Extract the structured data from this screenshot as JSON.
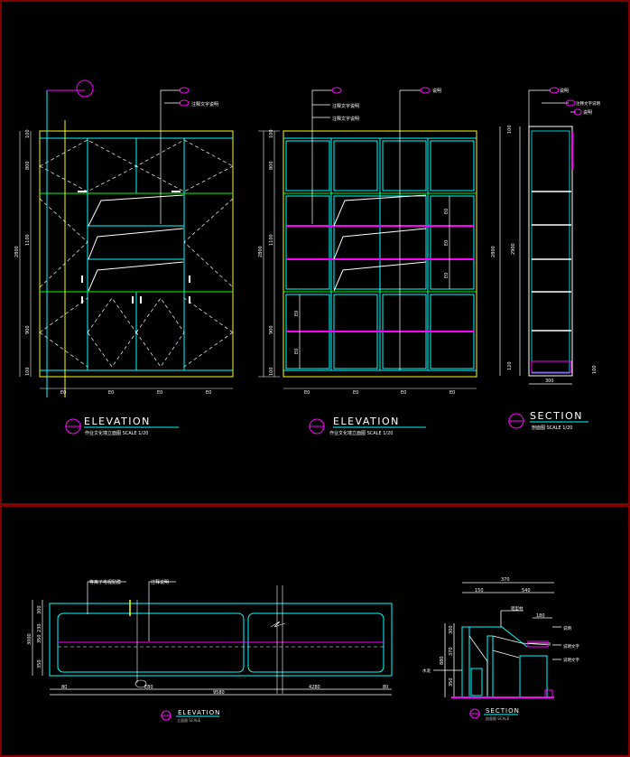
{
  "colors": {
    "background": "#000000",
    "frame": "#ff0000",
    "yellow": "#ffff00",
    "cyan": "#00ffff",
    "green": "#00ff00",
    "magenta": "#ff00ff",
    "white": "#ffffff",
    "gray": "#bfbfbf"
  },
  "views": {
    "elev1": {
      "title": "ELEVATION",
      "subtitle": "作业文化墙立面图   SCALE 1/20",
      "dims_vertical": [
        "100",
        "800",
        "1100",
        "900",
        "100"
      ],
      "dim_total": "2800",
      "dims_horizontal": [
        "E0",
        "E0",
        "E0",
        "E0"
      ],
      "notes": [
        "注释文字说明"
      ]
    },
    "elev2": {
      "title": "ELEVATION",
      "subtitle": "作业文化墙立面图   SCALE 1/20",
      "dims_vertical": [
        "100",
        "800",
        "1100",
        "900",
        "100"
      ],
      "dim_total": "2800",
      "dims_horizontal": [
        "E0",
        "E0",
        "E0",
        "E0"
      ],
      "shelf_dims": [
        "E0",
        "E0",
        "E0"
      ],
      "lower_dims": [
        "E0",
        "E0"
      ],
      "notes": [
        "注释文字说明",
        "注释文字说明",
        "说明"
      ]
    },
    "section1": {
      "title": "SECTION",
      "subtitle": "剖面图   SCALE 1/20",
      "dims_vertical": [
        "100",
        "2900",
        "120",
        "100"
      ],
      "dim_total": "2800",
      "dim_width": "300",
      "notes": [
        "说明",
        "注释文字说明",
        "说明"
      ]
    },
    "elev3": {
      "title": "ELEVATION",
      "subtitle": "立面图 SCALE",
      "dims_vertical": [
        "230",
        "350",
        "300",
        "350"
      ],
      "dim_total": "3000",
      "dims_horizontal": [
        "80",
        "E80",
        "4280",
        "80"
      ],
      "dim_overall": "9580",
      "notes": [
        "等离子电视贴膜",
        "注释说明"
      ]
    },
    "section2": {
      "title": "SECTION",
      "subtitle": "剖面图 SCALE",
      "dims_top": [
        "370",
        "150",
        "540"
      ],
      "dim_small": "180",
      "dims_vertical": [
        "370",
        "350",
        "300"
      ],
      "dim_total": "880",
      "notes": [
        "铝型材",
        "说明",
        "说明文字",
        "说明文字",
        "水泥"
      ]
    }
  }
}
